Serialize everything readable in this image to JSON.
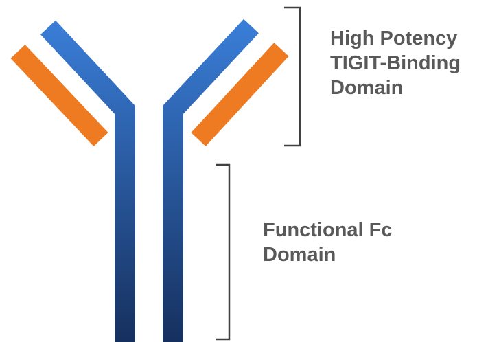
{
  "diagram": {
    "colors": {
      "heavy_chain_top": "#3a7ed8",
      "heavy_chain_bottom": "#16305e",
      "light_chain": "#ee7b21",
      "bracket": "#404040",
      "label_text": "#595959",
      "background": "#ffffff"
    },
    "labels": {
      "binding_domain": [
        "High Potency",
        "TIGIT-Binding",
        "Domain"
      ],
      "fc_domain": [
        "Functional Fc",
        "Domain"
      ]
    }
  }
}
